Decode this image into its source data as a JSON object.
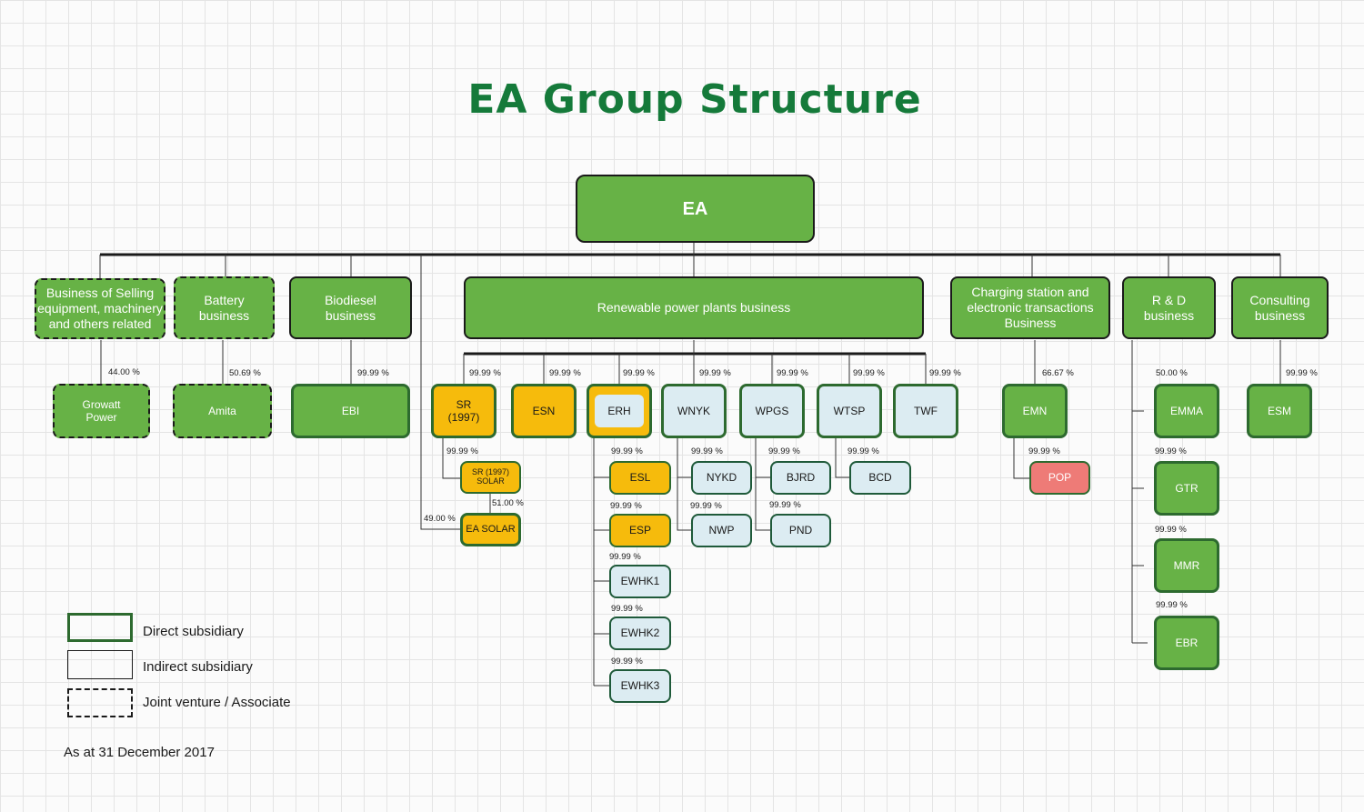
{
  "title": "EA  Group  Structure",
  "top": "EA",
  "categories": {
    "selling": "Business of  Selling equipment, machinery and others related",
    "battery": "Battery business",
    "biodiesel": "Biodiesel business",
    "renewable": "Renewable power plants business",
    "charging": "Charging station and electronic transactions Business",
    "rnd": "R & D business",
    "consulting": "Consulting business"
  },
  "entities": {
    "growatt": "Growatt Power",
    "amita": "Amita",
    "ebi": "EBI",
    "sr": "SR (1997)",
    "esn": "ESN",
    "erh": "ERH",
    "wnyk": "WNYK",
    "wpgs": "WPGS",
    "wtsp": "WTSP",
    "twf": "TWF",
    "emn": "EMN",
    "emma": "EMMA",
    "esm": "ESM",
    "srsolar": "SR (1997) SOLAR",
    "easolar": "EA SOLAR",
    "esl": "ESL",
    "esp": "ESP",
    "ewhk1": "EWHK1",
    "ewhk2": "EWHK2",
    "ewhk3": "EWHK3",
    "nykd": "NYKD",
    "nwp": "NWP",
    "bjrd": "BJRD",
    "pnd": "PND",
    "bcd": "BCD",
    "pop": "POP",
    "gtr": "GTR",
    "mmr": "MMR",
    "ebr": "EBR"
  },
  "pct": {
    "growatt": "44.00 %",
    "amita": "50.69 %",
    "ebi": "99.99 %",
    "sr": "99.99 %",
    "esn": "99.99 %",
    "erh": "99.99 %",
    "wnyk": "99.99 %",
    "wpgs": "99.99 %",
    "wtsp": "99.99 %",
    "twf": "99.99 %",
    "emn": "66.67 %",
    "emma": "50.00 %",
    "esm": "99.99 %",
    "srsolar": "99.99 %",
    "srsolar_easolar": "51.00 %",
    "ea_easolar": "49.00 %",
    "esl": "99.99 %",
    "esp": "99.99 %",
    "ewhk1": "99.99 %",
    "ewhk2": "99.99 %",
    "ewhk3": "99.99 %",
    "nykd": "99.99 %",
    "nwp": "99.99 %",
    "bjrd": "99.99 %",
    "pnd": "99.99 %",
    "bcd": "99.99 %",
    "pop": "99.99 %",
    "gtr": "99.99 %",
    "mmr": "99.99 %",
    "ebr": "99.99 %"
  },
  "legend": {
    "direct": "Direct subsidiary",
    "indirect": "Indirect subsidiary",
    "jv": "Joint venture / Associate"
  },
  "as_at": "As at 31 December 2017",
  "colors": {
    "green": "#67b246",
    "dark_green": "#157a3a",
    "yellow": "#f6bb0c",
    "light_blue": "#dcecf2",
    "pink": "#ee7b77"
  }
}
